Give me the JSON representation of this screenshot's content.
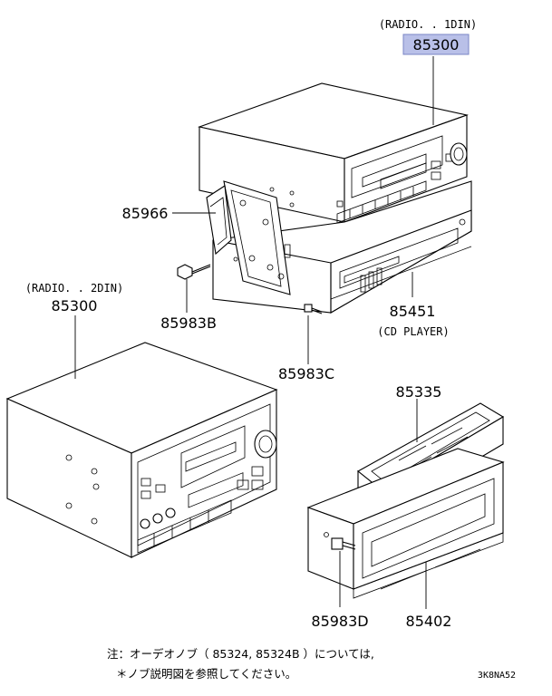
{
  "colors": {
    "highlight": "#b9c0e8",
    "highlight_border": "#7a86c6",
    "ink": "#000000"
  },
  "callouts": {
    "radio_1din": {
      "variant": "(RADIO. . 1DIN)",
      "part": "85300"
    },
    "radio_2din": {
      "variant": "(RADIO. . 2DIN)",
      "part": "85300"
    },
    "bracket": "85966",
    "screw_b": "85983B",
    "cd_player": {
      "part": "85451",
      "variant": "(CD PLAYER)"
    },
    "screw_c": "85983C",
    "cover": "85335",
    "screw_d": "85983D",
    "frame": "85402"
  },
  "note": {
    "line1": "注：オーデオノブ（ 85324, 85324B ）については,",
    "line2": "＊ノブ説明図を参照してください。"
  },
  "figure_code": "3K8NA52"
}
